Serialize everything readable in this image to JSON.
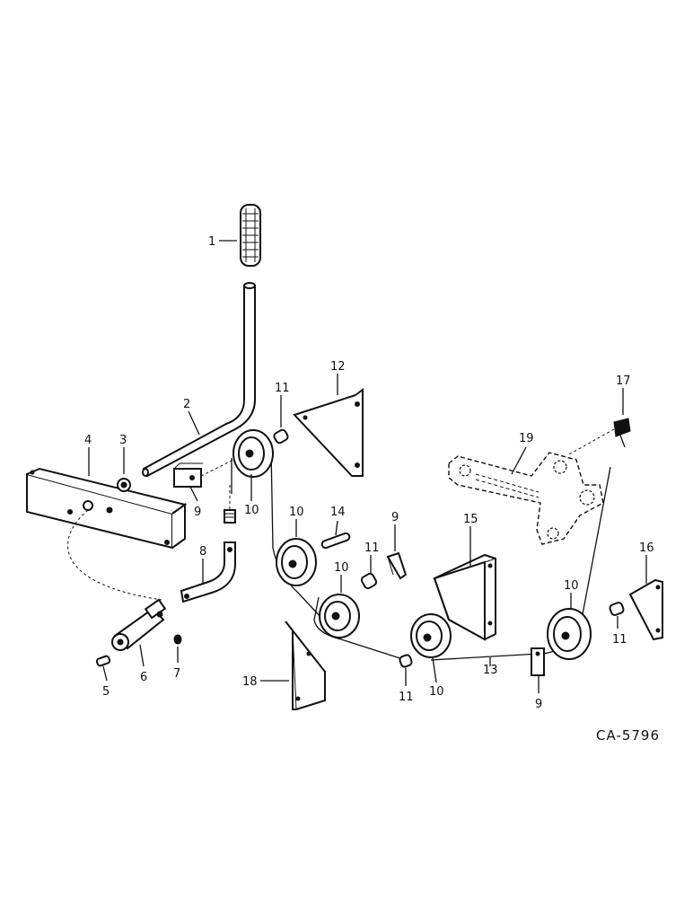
{
  "drawing_code": "CA-5796",
  "callouts": [
    {
      "id": "c1",
      "text": "1"
    },
    {
      "id": "c2",
      "text": "2"
    },
    {
      "id": "c3",
      "text": "3"
    },
    {
      "id": "c4",
      "text": "4"
    },
    {
      "id": "c5",
      "text": "5"
    },
    {
      "id": "c6",
      "text": "6"
    },
    {
      "id": "c7",
      "text": "7"
    },
    {
      "id": "c8",
      "text": "8"
    },
    {
      "id": "c9a",
      "text": "9"
    },
    {
      "id": "c9b",
      "text": "9"
    },
    {
      "id": "c9c",
      "text": "9"
    },
    {
      "id": "c10a",
      "text": "10"
    },
    {
      "id": "c10b",
      "text": "10"
    },
    {
      "id": "c10c",
      "text": "10"
    },
    {
      "id": "c10d",
      "text": "10"
    },
    {
      "id": "c10e",
      "text": "10"
    },
    {
      "id": "c11a",
      "text": "11"
    },
    {
      "id": "c11b",
      "text": "11"
    },
    {
      "id": "c11c",
      "text": "11"
    },
    {
      "id": "c11d",
      "text": "11"
    },
    {
      "id": "c12",
      "text": "12"
    },
    {
      "id": "c13",
      "text": "13"
    },
    {
      "id": "c14",
      "text": "14"
    },
    {
      "id": "c15",
      "text": "15"
    },
    {
      "id": "c16",
      "text": "16"
    },
    {
      "id": "c17",
      "text": "17"
    },
    {
      "id": "c18",
      "text": "18"
    },
    {
      "id": "c19",
      "text": "19"
    }
  ]
}
